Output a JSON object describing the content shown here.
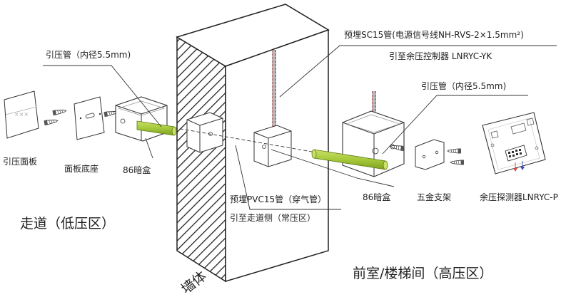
{
  "labels": {
    "sc15_line1": "预埋SC15管(电源信号线NH-RVS-2×1.5mm²)",
    "sc15_line2": "引至余压控制器 LNRYC-YK",
    "pipe_left": "引压管（内径5.5mm)",
    "pipe_right": "引压管（内径5.5mm)",
    "panel": "引压面板",
    "panel_base": "面板底座",
    "box_left": "86暗盒",
    "box_right": "86暗盒",
    "pvc_line1": "预埋PVC15管（穿气管）",
    "pvc_line2": "引至走道侧（常压区）",
    "bracket": "五金支架",
    "detector": "余压探测器LNRYC-P",
    "corridor": "走道（低压区）",
    "front_room": "前室/楼梯间（高压区）",
    "wall": "墙体"
  },
  "colors": {
    "pipe_green": "#a6c93a",
    "line": "#333333",
    "hatch": "#222222"
  },
  "icons": {
    "screw": "screw-icon",
    "panel_mark": "x-mark-icon"
  }
}
